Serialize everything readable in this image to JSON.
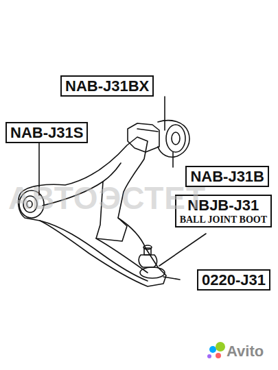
{
  "diagram": {
    "nodes": [
      {
        "text": [
          "NAB-J31BX"
        ]
      },
      {
        "text": [
          "NAB-J31S"
        ]
      },
      {
        "text": [
          "NAB-J31B"
        ]
      },
      {
        "text": [
          "NBJB-J31",
          "BALL JOINT BOOT"
        ]
      },
      {
        "text": [
          "0220-J31"
        ]
      }
    ],
    "labels": [
      "АВТОЭСТЕТ",
      "Avito"
    ]
  }
}
